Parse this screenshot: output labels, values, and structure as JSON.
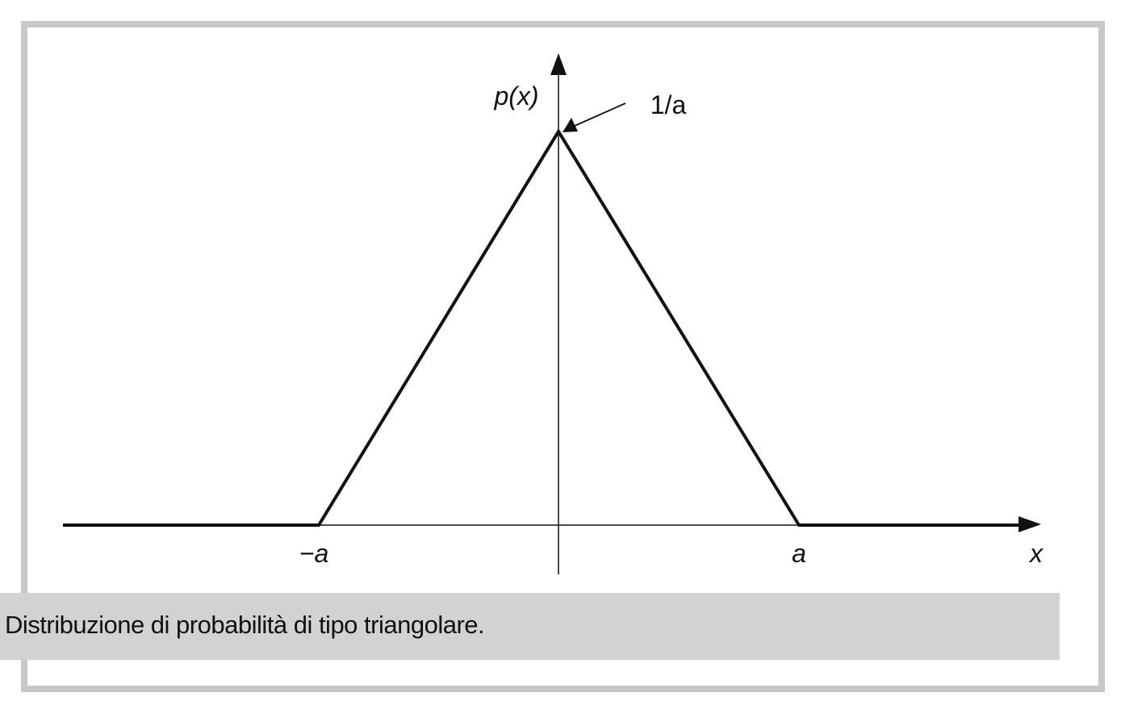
{
  "figure": {
    "y_axis_label": "p(x)",
    "peak_label": "1/a",
    "left_tick_label": "−a",
    "right_tick_label": "a",
    "x_axis_label": "x"
  },
  "caption": {
    "text": "Distribuzione di probabilità di tipo triangolare."
  },
  "colors": {
    "frame": "#c8c8c8",
    "caption_background": "#d2d2d2",
    "ink": "#111111"
  }
}
